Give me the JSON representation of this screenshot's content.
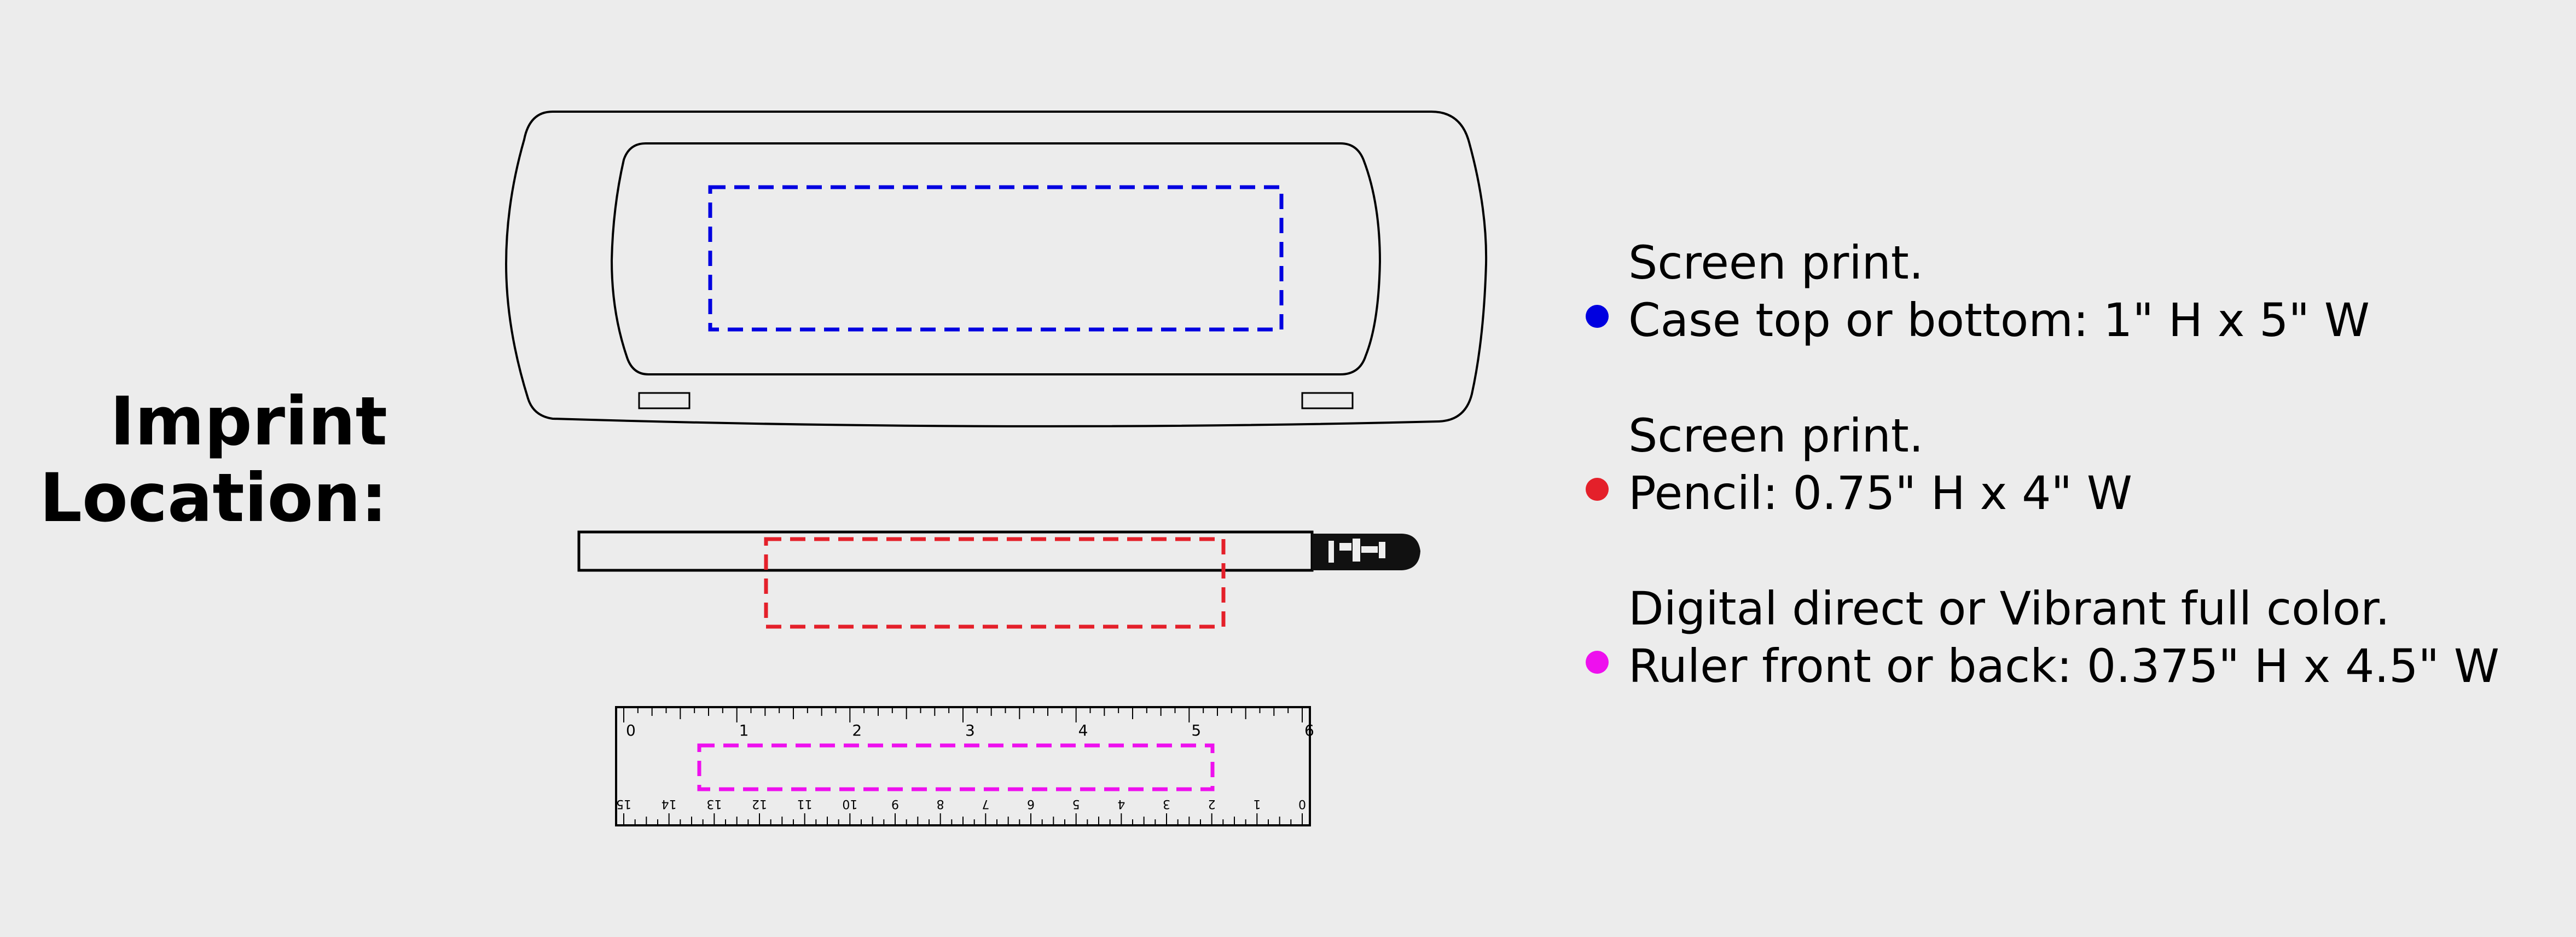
{
  "heading": {
    "line1": "Imprint",
    "line2": "Location:"
  },
  "colors": {
    "background": "#ececec",
    "case_marker": "#0000e0",
    "pencil_marker": "#e4202a",
    "ruler_marker": "#ee10ee"
  },
  "specs": [
    {
      "method": "Screen print.",
      "detail": "Case top or bottom: 1\" H x 5\" W",
      "color": "#0000e0"
    },
    {
      "method": "Screen print.",
      "detail": "Pencil: 0.75\" H x 4\" W",
      "color": "#e4202a"
    },
    {
      "method": "Digital direct or Vibrant full color.",
      "detail": "Ruler front or back: 0.375\" H x 4.5\" W",
      "color": "#ee10ee"
    }
  ],
  "ruler": {
    "top_scale": [
      "0",
      "1",
      "2",
      "3",
      "4",
      "5",
      "6"
    ],
    "bottom_scale": [
      "15",
      "14",
      "13",
      "12",
      "11",
      "10",
      "9",
      "8",
      "7",
      "6",
      "5",
      "4",
      "3",
      "2",
      "1",
      "0"
    ]
  }
}
